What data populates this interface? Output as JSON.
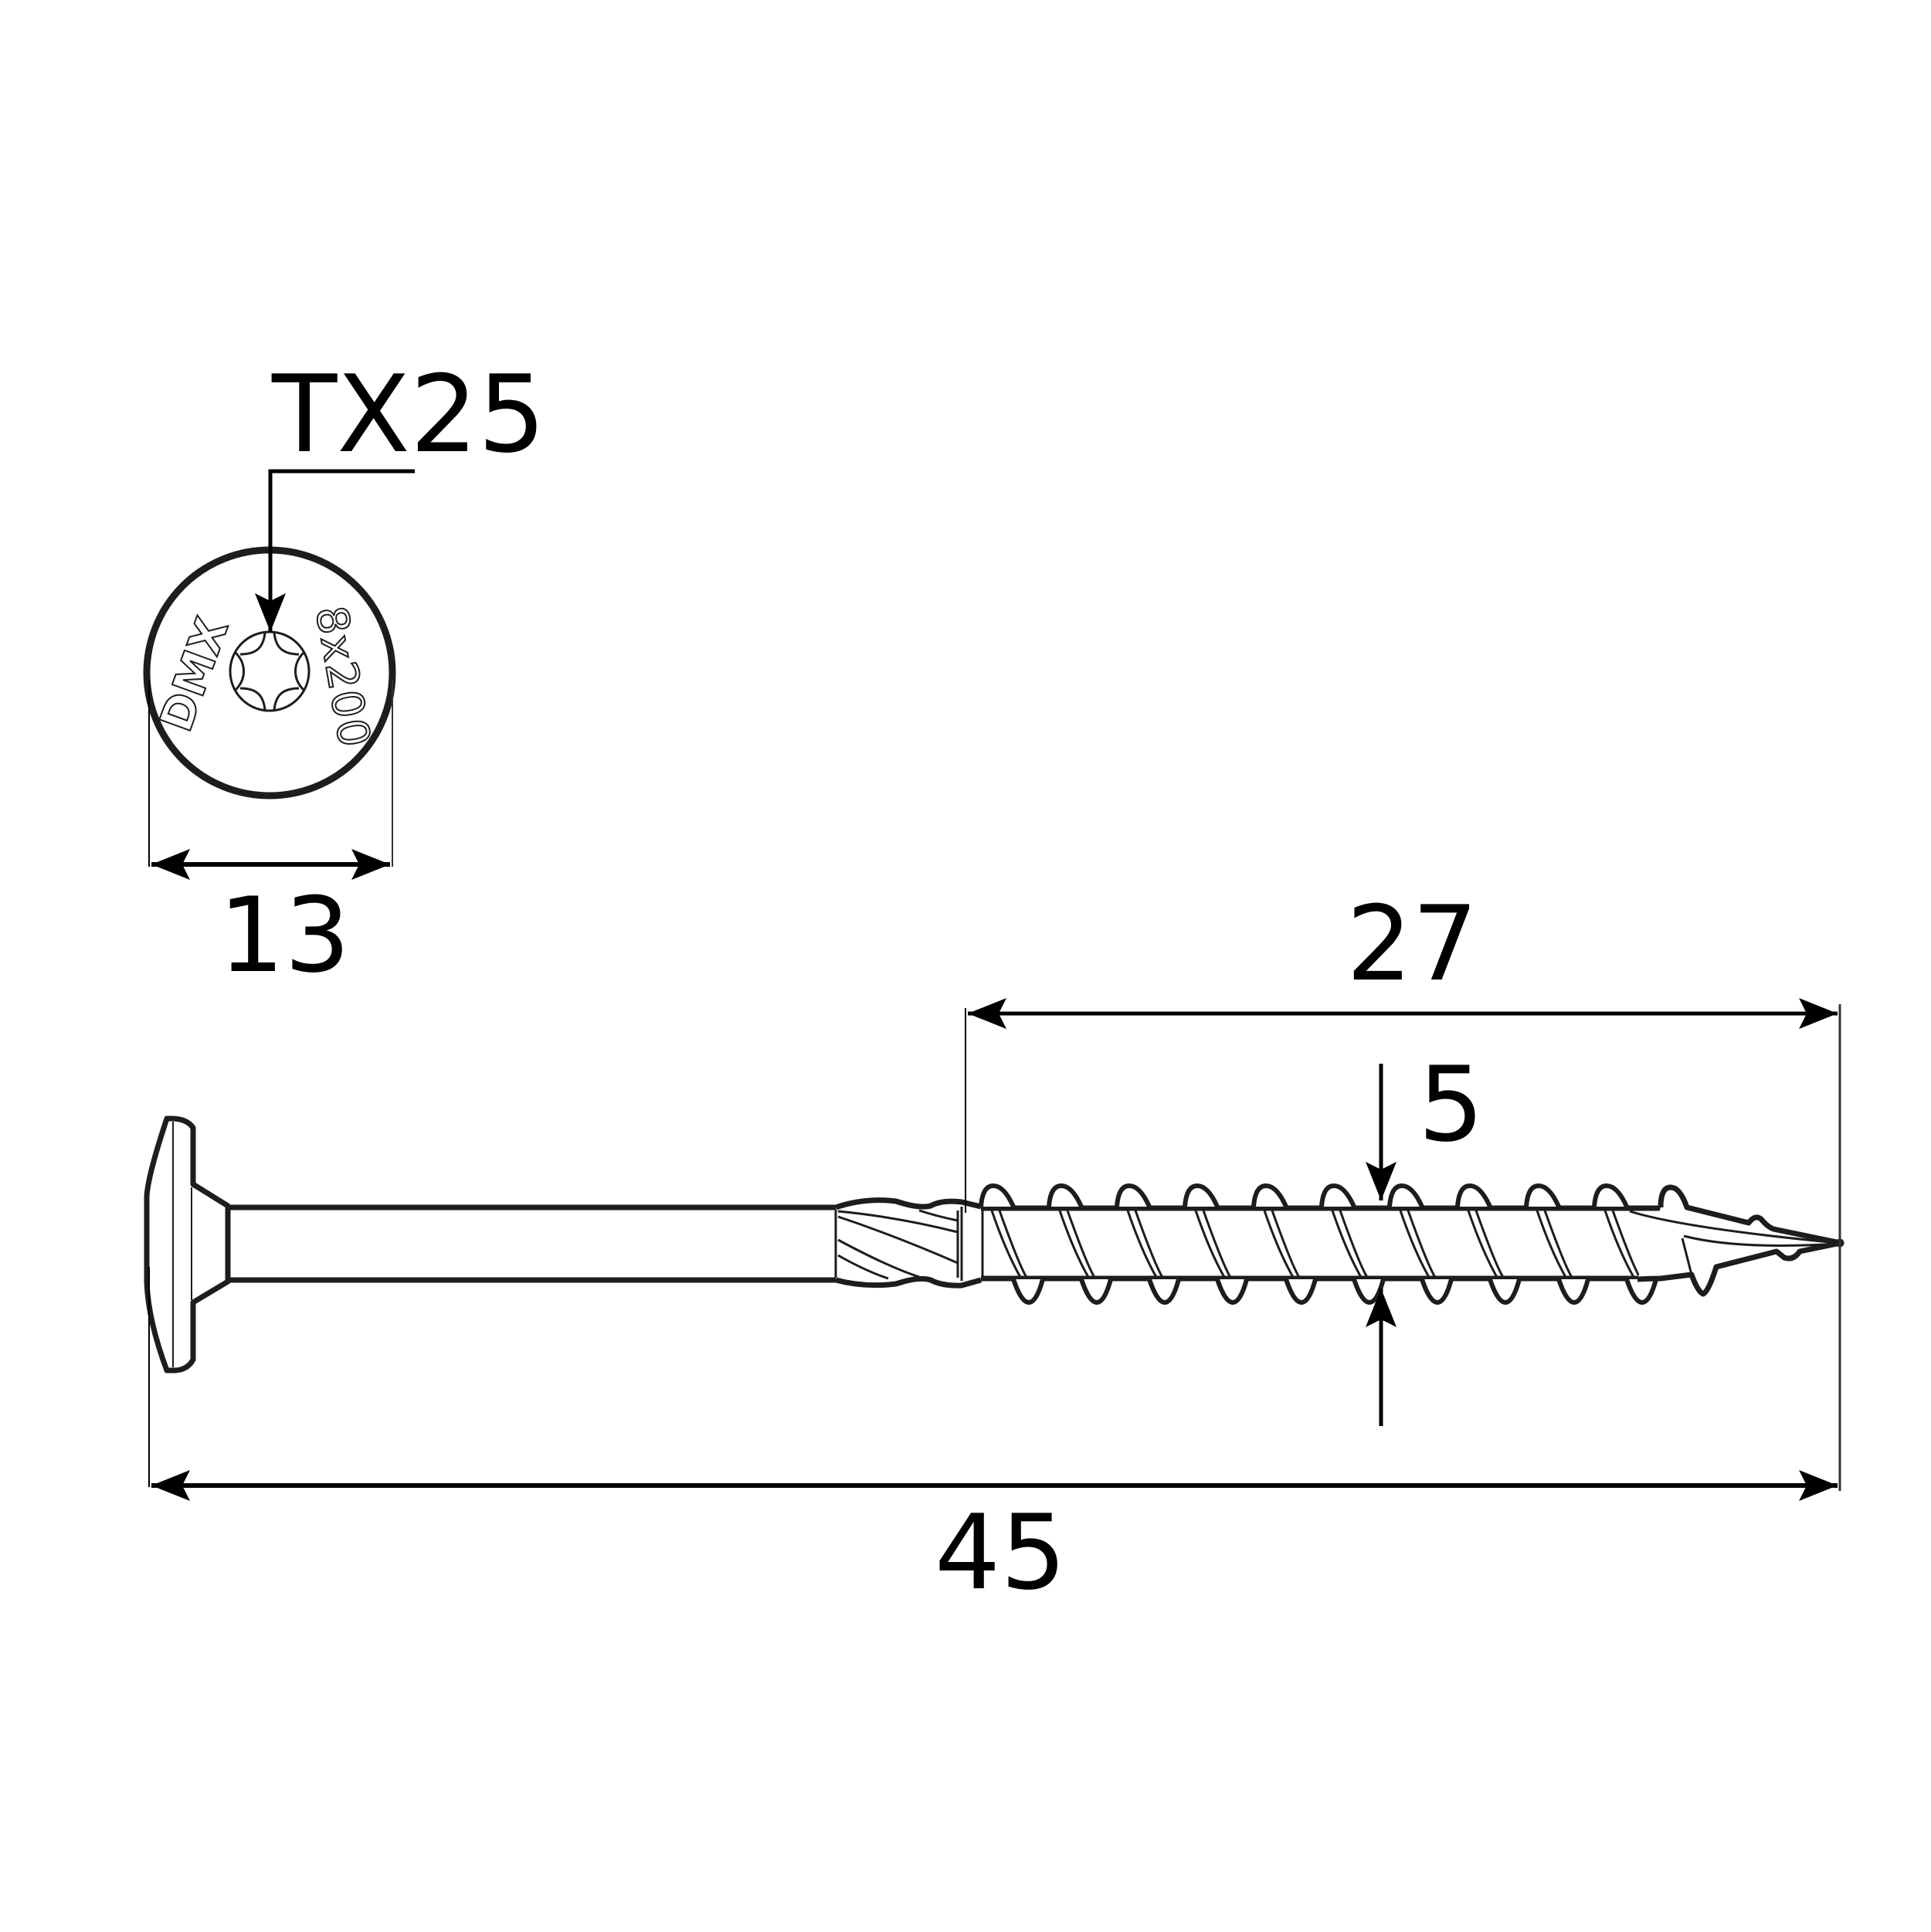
{
  "drawing": {
    "type": "technical-drawing",
    "subject": "wood construction screw with washer head",
    "colors": {
      "line": "#1d1d1b",
      "dim_line": "#000000",
      "background": "#ffffff"
    }
  },
  "head_view": {
    "drive_callout": "TX25",
    "head_marking_brand": "DMX",
    "head_marking_size": "8x200",
    "diameter_label": "13"
  },
  "side_view": {
    "total_length_label": "45",
    "thread_length_label": "27",
    "core_diameter_label": "5"
  }
}
